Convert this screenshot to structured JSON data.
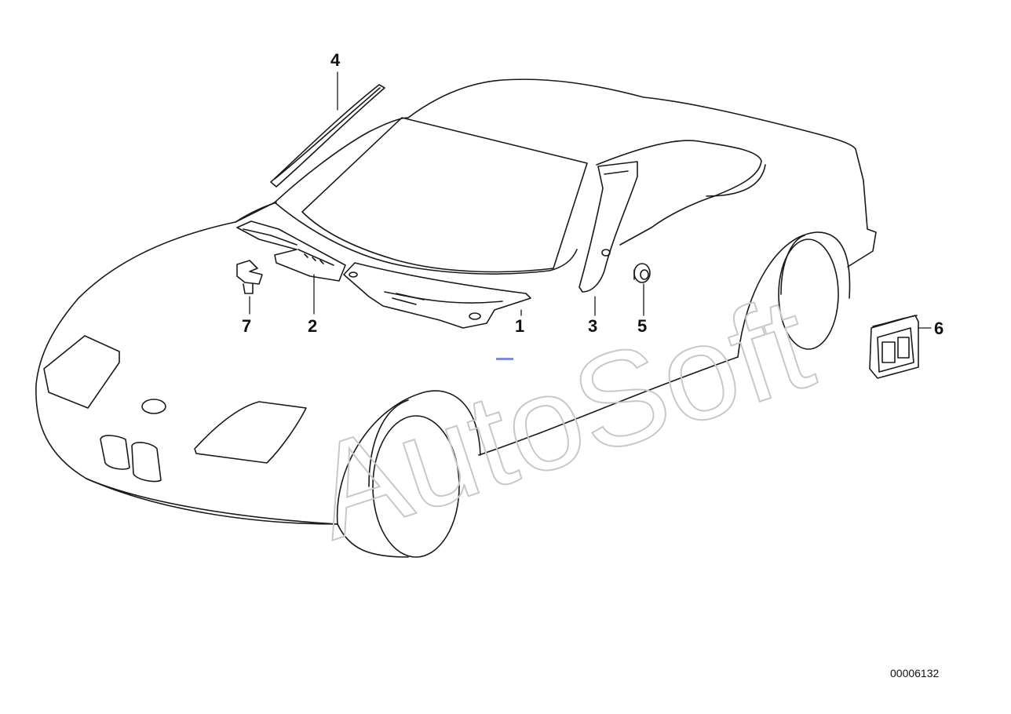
{
  "watermark": "AutoSoft",
  "document_number": "00006132",
  "callouts": {
    "c1": "1",
    "c2": "2",
    "c3": "3",
    "c4": "4",
    "c5": "5",
    "c6": "6",
    "c7": "7"
  },
  "colors": {
    "line": "#1a1a1a",
    "watermark_stroke": "#c8c8c8",
    "accent_mark": "#7d8de0"
  }
}
